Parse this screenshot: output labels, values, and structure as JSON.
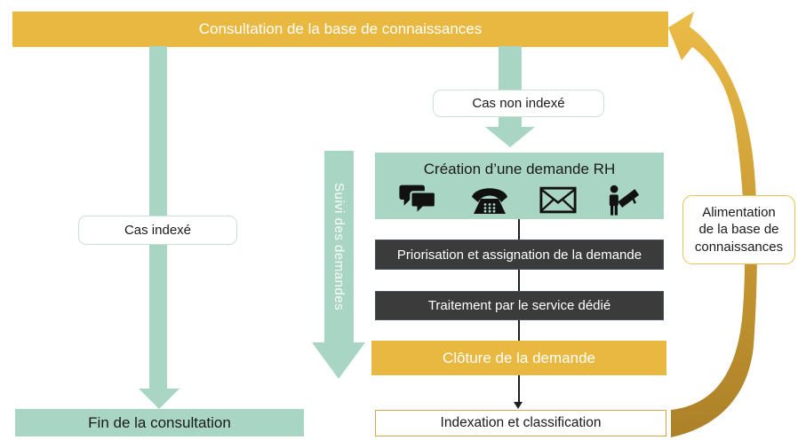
{
  "colors": {
    "gold": "#E9B840",
    "gold_dark": "#AC8028",
    "gold_border": "#E8C254",
    "teal": "#A9D5C5",
    "teal_border": "#C9E2D7",
    "dark_box": "#3B3B3B",
    "dark_box_border": "#46505E",
    "index_border": "#CDA94F",
    "text_dark": "#1A1A1A"
  },
  "banner": {
    "label": "Consultation de la base de connaissances"
  },
  "flow": {
    "cas_indexe_label": "Cas indexé",
    "cas_non_indexe_label": "Cas non indexé",
    "suivi_label": "Suivi des demandes",
    "creation": {
      "title": "Création d’une demande RH",
      "channel_icons": [
        "chat-icon",
        "phone-icon",
        "mail-icon",
        "megaphone-icon"
      ]
    },
    "priorisation_label": "Priorisation et assignation de la demande",
    "traitement_label": "Traitement par le service dédié",
    "cloture_label": "Clôture de la demande",
    "indexation_label": "Indexation et classification",
    "fin_label": "Fin de la consultation",
    "alimentation": {
      "lines": [
        "Alimentation",
        "de la base de",
        "connaissances"
      ]
    }
  }
}
